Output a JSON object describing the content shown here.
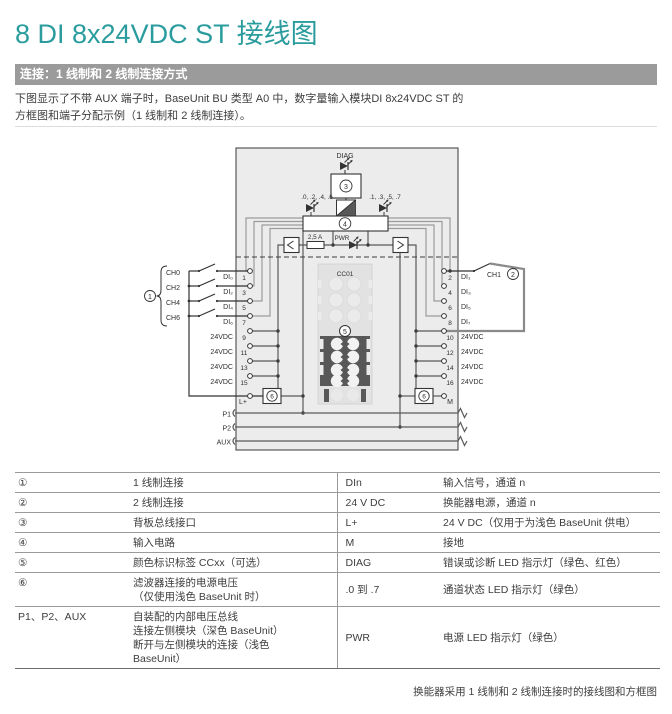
{
  "page": {
    "title": "8 DI 8x24VDC ST 接线图"
  },
  "section": {
    "header": "连接：1 线制和 2 线制连接方式",
    "intro_line1": "下图显示了不带 AUX 端子时，BaseUnit BU 类型 A0 中，数字量输入模块DI 8x24VDC ST 的",
    "intro_line2": "方框图和端子分配示例（1 线制和 2 线制连接）。"
  },
  "diagram": {
    "diag_label": "DIAG",
    "led_left_group": ".0, .2, .4, .6",
    "led_right_group": ".1, .3, .5, .7",
    "fuse": "2,5 A",
    "pwr": "PWR",
    "cc_label": "CC01",
    "ref1": "1",
    "ref2": "2",
    "ref3": "3",
    "ref4": "4",
    "ref5": "5",
    "ref6": "6",
    "channels_left": [
      "CH0",
      "CH2",
      "CH4",
      "CH6"
    ],
    "di_left": [
      "DI₀",
      "DI₂",
      "DI₄",
      "DI₆"
    ],
    "terms_left": [
      "1",
      "3",
      "5",
      "7"
    ],
    "vdc_terms_left": [
      "9",
      "11",
      "13",
      "15"
    ],
    "vdc_label": "24VDC",
    "lplus": "L+",
    "channel_right": "CH1",
    "di_right": [
      "DI₁",
      "DI₃",
      "DI₅",
      "DI₇"
    ],
    "terms_right": [
      "2",
      "4",
      "6",
      "8"
    ],
    "vdc_terms_right": [
      "10",
      "12",
      "14",
      "16"
    ],
    "m_label": "M",
    "rails": [
      "P1",
      "P2",
      "AUX"
    ]
  },
  "legend": {
    "rows": [
      {
        "sym": "①",
        "desc": "1 线制连接",
        "code": "DIn",
        "meaning": "输入信号，通道 n"
      },
      {
        "sym": "②",
        "desc": "2 线制连接",
        "code": "24 V DC",
        "meaning": "换能器电源，通道 n"
      },
      {
        "sym": "③",
        "desc": "背板总线接口",
        "code": "L+",
        "meaning": "24 V DC（仅用于为浅色 BaseUnit 供电）"
      },
      {
        "sym": "④",
        "desc": "输入电路",
        "code": "M",
        "meaning": "接地"
      },
      {
        "sym": "⑤",
        "desc": "颜色标识标签 CCxx（可选）",
        "code": "DIAG",
        "meaning": "错误或诊断 LED 指示灯（绿色、红色）"
      },
      {
        "sym": "⑥",
        "desc": "滤波器连接的电源电压\n（仅使用浅色 BaseUnit 时）",
        "code": ".0 到 .7",
        "meaning": "通道状态 LED 指示灯（绿色）"
      },
      {
        "sym": "P1、P2、AUX",
        "desc": "自装配的内部电压总线\n连接左侧模块（深色 BaseUnit）\n断开与左侧模块的连接（浅色\nBaseUnit）",
        "code": "PWR",
        "meaning": "电源 LED 指示灯（绿色）"
      }
    ]
  },
  "caption": "换能器采用 1 线制和 2 线制连接时的接线图和方框图",
  "colors": {
    "accent": "#2b9c9e",
    "bar": "#9b9b9b",
    "module_fill": "#ececec",
    "dark_block": "#585858"
  }
}
